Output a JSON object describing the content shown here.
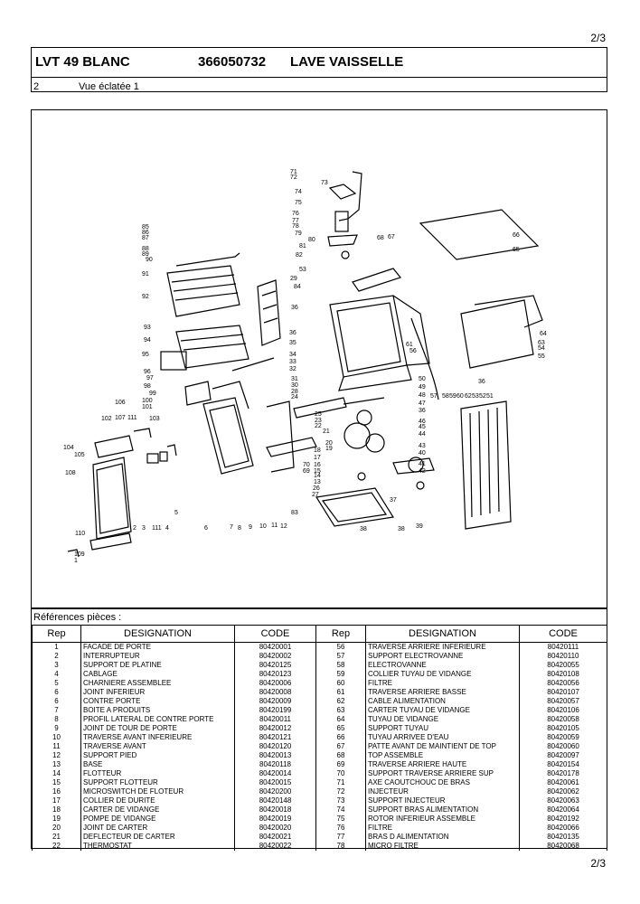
{
  "page": {
    "number": "2/3"
  },
  "header": {
    "model": "LVT 49 BLANC",
    "code": "366050732",
    "description": "LAVE VAISSELLE",
    "sheet_number": "2",
    "view_title": "Vue éclatée 1"
  },
  "diagram": {
    "labels": [
      "71",
      "72",
      "73",
      "74",
      "75",
      "76",
      "77",
      "78",
      "79",
      "80",
      "81",
      "82",
      "85",
      "86",
      "87",
      "88",
      "89",
      "90",
      "91",
      "92",
      "93",
      "94",
      "95",
      "96",
      "97",
      "98",
      "99",
      "100",
      "101",
      "106",
      "102",
      "107",
      "111",
      "103",
      "104",
      "105",
      "108",
      "110",
      "109",
      "1",
      "2",
      "3",
      "111",
      "4",
      "5",
      "6",
      "7",
      "8",
      "9",
      "10",
      "11",
      "12",
      "83",
      "53",
      "29",
      "84",
      "36",
      "36",
      "35",
      "34",
      "33",
      "32",
      "31",
      "30",
      "28",
      "24",
      "25",
      "23",
      "22",
      "21",
      "20",
      "19",
      "18",
      "17",
      "16",
      "15",
      "14",
      "13",
      "26",
      "27",
      "70",
      "69",
      "68",
      "67",
      "66",
      "65",
      "64",
      "63",
      "54",
      "55",
      "61",
      "56",
      "36",
      "57",
      "58",
      "59",
      "60",
      "62",
      "53",
      "52",
      "51",
      "50",
      "49",
      "48",
      "47",
      "36",
      "46",
      "45",
      "44",
      "43",
      "40",
      "41",
      "42",
      "37",
      "38",
      "39",
      "38"
    ]
  },
  "references": {
    "label": "Références pièces  :",
    "headers": {
      "rep": "Rep",
      "designation": "DESIGNATION",
      "code": "CODE"
    },
    "left": [
      {
        "rep": "1",
        "designation": "FACADE DE PORTE",
        "code": "80420001"
      },
      {
        "rep": "2",
        "designation": "INTERRUPTEUR",
        "code": "80420002"
      },
      {
        "rep": "3",
        "designation": "SUPPORT DE PLATINE",
        "code": "80420125"
      },
      {
        "rep": "4",
        "designation": "CABLAGE",
        "code": "80420123"
      },
      {
        "rep": "5",
        "designation": "CHARNIERE ASSEMBLEE",
        "code": "80420006"
      },
      {
        "rep": "6",
        "designation": "JOINT INFERIEUR",
        "code": "80420008"
      },
      {
        "rep": "6",
        "designation": "CONTRE PORTE",
        "code": "80420009"
      },
      {
        "rep": "7",
        "designation": "BOITE A PRODUITS",
        "code": "80420199"
      },
      {
        "rep": "8",
        "designation": "PROFIL LATERAL DE CONTRE PORTE",
        "code": "80420011"
      },
      {
        "rep": "9",
        "designation": "JOINT DE TOUR DE PORTE",
        "code": "80420012"
      },
      {
        "rep": "10",
        "designation": "TRAVERSE AVANT INFERIEURE",
        "code": "80420121"
      },
      {
        "rep": "11",
        "designation": "TRAVERSE AVANT",
        "code": "80420120"
      },
      {
        "rep": "12",
        "designation": "SUPPORT PIED",
        "code": "80420013"
      },
      {
        "rep": "13",
        "designation": "BASE",
        "code": "80420118"
      },
      {
        "rep": "14",
        "designation": "FLOTTEUR",
        "code": "80420014"
      },
      {
        "rep": "15",
        "designation": "SUPPORT FLOTTEUR",
        "code": "80420015"
      },
      {
        "rep": "16",
        "designation": "MICROSWITCH DE FLOTEUR",
        "code": "80420200"
      },
      {
        "rep": "17",
        "designation": "COLLIER DE DURITE",
        "code": "80420148"
      },
      {
        "rep": "18",
        "designation": "CARTER DE VIDANGE",
        "code": "80420018"
      },
      {
        "rep": "19",
        "designation": "POMPE DE VIDANGE",
        "code": "80420019"
      },
      {
        "rep": "20",
        "designation": "JOINT DE CARTER",
        "code": "80420020"
      },
      {
        "rep": "21",
        "designation": "DEFLECTEUR DE CARTER",
        "code": "80420021"
      },
      {
        "rep": "22",
        "designation": "THERMOSTAT",
        "code": "80420022"
      }
    ],
    "right": [
      {
        "rep": "56",
        "designation": "TRAVERSE ARRIERE INFERIEURE",
        "code": "80420111"
      },
      {
        "rep": "57",
        "designation": "SUPPORT ELECTROVANNE",
        "code": "80420110"
      },
      {
        "rep": "58",
        "designation": "ELECTROVANNE",
        "code": "80420055"
      },
      {
        "rep": "59",
        "designation": "COLLIER TUYAU DE VIDANGE",
        "code": "80420108"
      },
      {
        "rep": "60",
        "designation": "FILTRE",
        "code": "80420056"
      },
      {
        "rep": "61",
        "designation": "TRAVERSE ARRIERE BASSE",
        "code": "80420107"
      },
      {
        "rep": "62",
        "designation": "CABLE ALIMENTATION",
        "code": "80420057"
      },
      {
        "rep": "63",
        "designation": "CARTER TUYAU DE VIDANGE",
        "code": "80420106"
      },
      {
        "rep": "64",
        "designation": "TUYAU DE VIDANGE",
        "code": "80420058"
      },
      {
        "rep": "65",
        "designation": "SUPPORT TUYAU",
        "code": "80420105"
      },
      {
        "rep": "66",
        "designation": "TUYAU ARRIVEE D'EAU",
        "code": "80420059"
      },
      {
        "rep": "67",
        "designation": "PATTE AVANT DE MAINTIENT DE TOP",
        "code": "80420060"
      },
      {
        "rep": "68",
        "designation": "TOP ASSEMBLE",
        "code": "80420097"
      },
      {
        "rep": "69",
        "designation": "TRAVERSE ARRIERE HAUTE",
        "code": "80420154"
      },
      {
        "rep": "70",
        "designation": "SUPPORT TRAVERSE ARRIERE SUP",
        "code": "80420178"
      },
      {
        "rep": "71",
        "designation": "AXE CAOUTCHOUC DE BRAS",
        "code": "80420061"
      },
      {
        "rep": "72",
        "designation": "INJECTEUR",
        "code": "80420062"
      },
      {
        "rep": "73",
        "designation": "SUPPORT INJECTEUR",
        "code": "80420063"
      },
      {
        "rep": "74",
        "designation": "SUPPORT BRAS ALIMENTATION",
        "code": "80420064"
      },
      {
        "rep": "75",
        "designation": "ROTOR INFERIEUR ASSEMBLE",
        "code": "80420192"
      },
      {
        "rep": "76",
        "designation": "FILTRE",
        "code": "80420066"
      },
      {
        "rep": "77",
        "designation": "BRAS D ALIMENTATION",
        "code": "80420135"
      },
      {
        "rep": "78",
        "designation": "MICRO FILTRE",
        "code": "80420068"
      }
    ]
  }
}
